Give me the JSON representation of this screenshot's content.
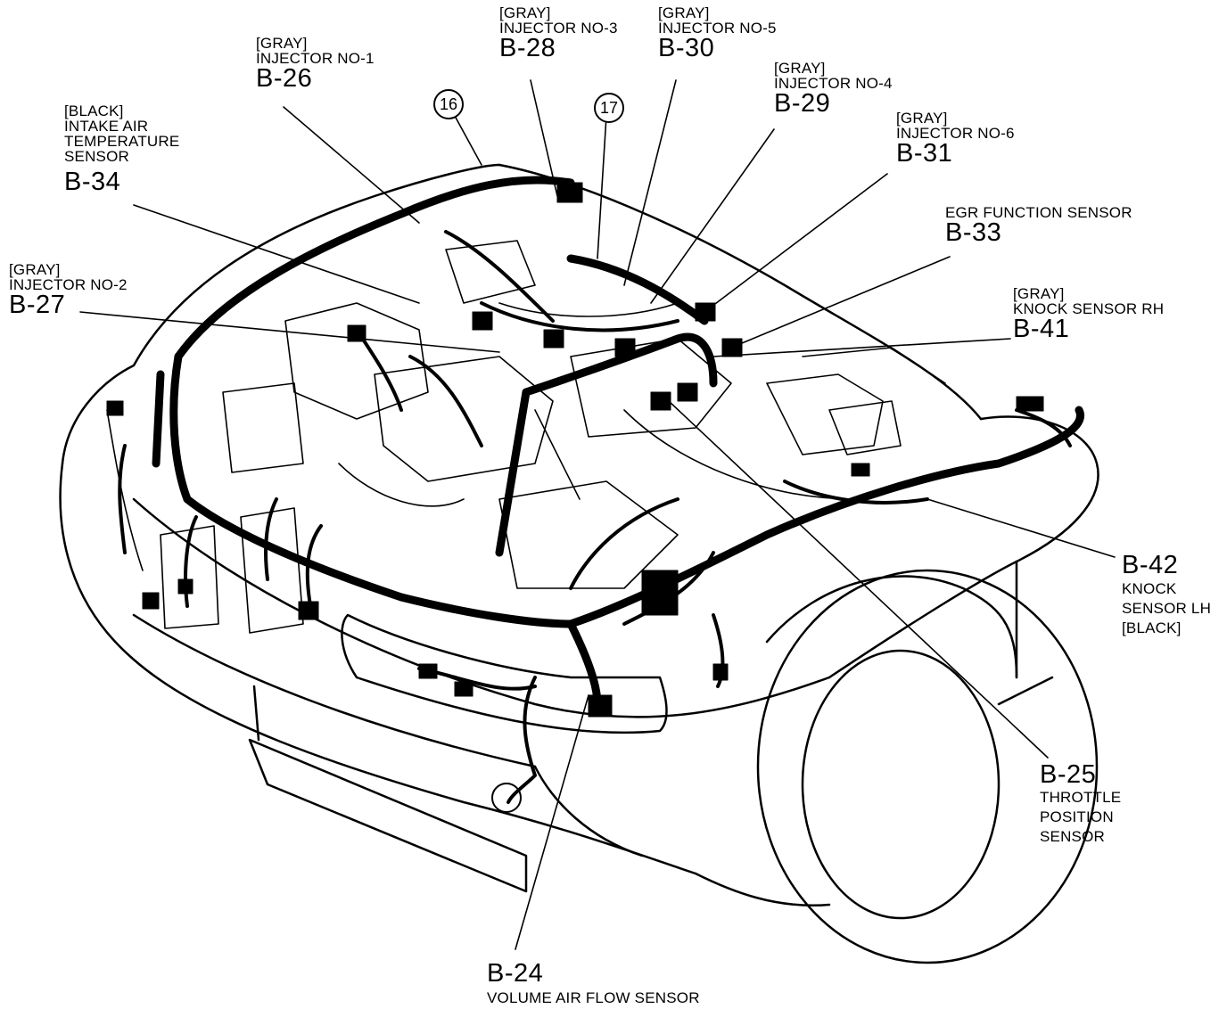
{
  "callouts": [
    {
      "id": "b26",
      "lines": [
        "[GRAY]",
        "INJECTOR NO-1"
      ],
      "code": "B-26"
    },
    {
      "id": "b28",
      "lines": [
        "[GRAY]",
        "INJECTOR NO-3"
      ],
      "code": "B-28"
    },
    {
      "id": "b30",
      "lines": [
        "[GRAY]",
        "INJECTOR NO-5"
      ],
      "code": "B-30"
    },
    {
      "id": "b29",
      "lines": [
        "[GRAY]",
        "INJECTOR NO-4"
      ],
      "code": "B-29"
    },
    {
      "id": "b31",
      "lines": [
        "[GRAY]",
        "INJECTOR NO-6"
      ],
      "code": "B-31"
    },
    {
      "id": "b34",
      "lines": [
        "[BLACK]",
        "INTAKE AIR",
        "TEMPERATURE",
        "SENSOR"
      ],
      "code": "B-34"
    },
    {
      "id": "b33",
      "lines": [
        "EGR FUNCTION SENSOR"
      ],
      "code": "B-33"
    },
    {
      "id": "b27",
      "lines": [
        "[GRAY]",
        "INJECTOR NO-2"
      ],
      "code": "B-27"
    },
    {
      "id": "b41",
      "lines": [
        "[GRAY]",
        "KNOCK SENSOR RH"
      ],
      "code": "B-41"
    },
    {
      "id": "b42",
      "code": "B-42",
      "after": [
        "KNOCK",
        "SENSOR LH",
        "[BLACK]"
      ]
    },
    {
      "id": "b25",
      "code": "B-25",
      "after": [
        "THROTTLE",
        "POSITION",
        "SENSOR"
      ]
    },
    {
      "id": "b24",
      "code": "B-24",
      "after": [
        "VOLUME AIR FLOW SENSOR"
      ]
    }
  ],
  "circled_refs": [
    "16",
    "17"
  ]
}
